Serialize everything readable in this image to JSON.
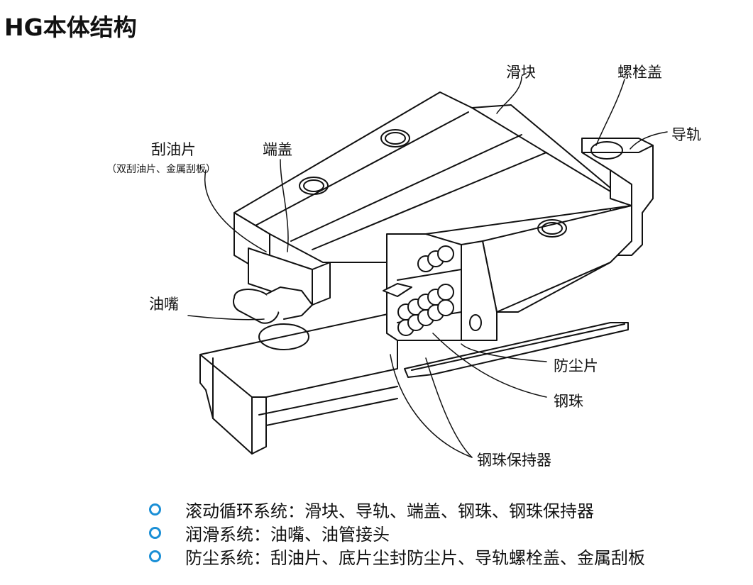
{
  "title": "HG本体结构",
  "labels": {
    "slider": "滑块",
    "bolt_cap": "螺栓盖",
    "rail": "导轨",
    "scraper": "刮油片",
    "scraper_note": "（双刮油片、金属刮板）",
    "end_cap": "端盖",
    "grease_nipple": "油嘴",
    "dust_seal": "防尘片",
    "ball": "钢珠",
    "ball_retainer": "钢珠保持器"
  },
  "legend": [
    "滚动循环系统：滑块、导轨、端盖、钢珠、钢珠保持器",
    "润滑系统：油嘴、油管接头",
    "防尘系统：刮油片、底片尘封防尘片、导轨螺栓盖、金属刮板"
  ],
  "colors": {
    "bullet": "#1a8fd6",
    "line": "#111111",
    "shade": "#e6e6e6"
  }
}
